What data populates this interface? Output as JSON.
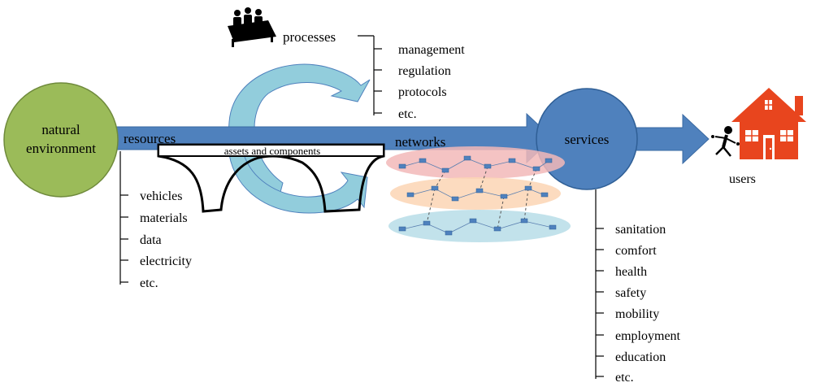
{
  "nodes": {
    "environment": {
      "line1": "natural",
      "line2": "environment"
    },
    "services": "services",
    "users": "users"
  },
  "flow_labels": {
    "resources": "resources",
    "networks": "networks",
    "assets": "assets and components",
    "processes": "processes"
  },
  "lists": {
    "processes": [
      "management",
      "regulation",
      "protocols",
      "etc."
    ],
    "resources": [
      "vehicles",
      "materials",
      "data",
      "electricity",
      "etc."
    ],
    "services": [
      "sanitation",
      "comfort",
      "health",
      "safety",
      "mobility",
      "employment",
      "education",
      "etc."
    ]
  },
  "colors": {
    "environment": "#9bbb59",
    "arrow": "#4f81bd",
    "services": "#4f81bd",
    "cycle": "#92cddc",
    "house": "#e8451e",
    "network_pink": "#f2b8b8",
    "network_orange": "#fcd5b4",
    "network_blue": "#b7dde8"
  },
  "icons": {
    "meeting": "meeting-people-icon",
    "house": "house-icon",
    "user": "running-person-icon"
  }
}
